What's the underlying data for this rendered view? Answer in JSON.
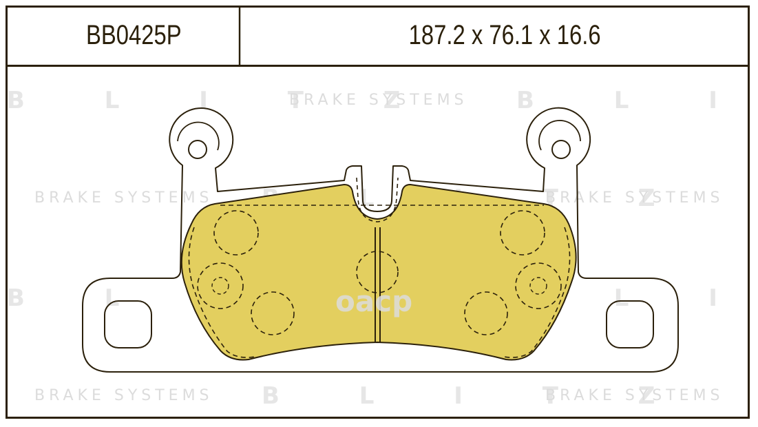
{
  "header": {
    "part_number": "BB0425P",
    "dimensions": "187.2 x 76.1 x 16.6"
  },
  "watermarks": {
    "brand": "B L I T Z",
    "tagline": "BRAKE SYSTEMS",
    "logo": "oacp"
  },
  "colors": {
    "outline": "#2b200b",
    "friction_pad": "#e3cf5f",
    "watermark": "#dcdcdc"
  }
}
